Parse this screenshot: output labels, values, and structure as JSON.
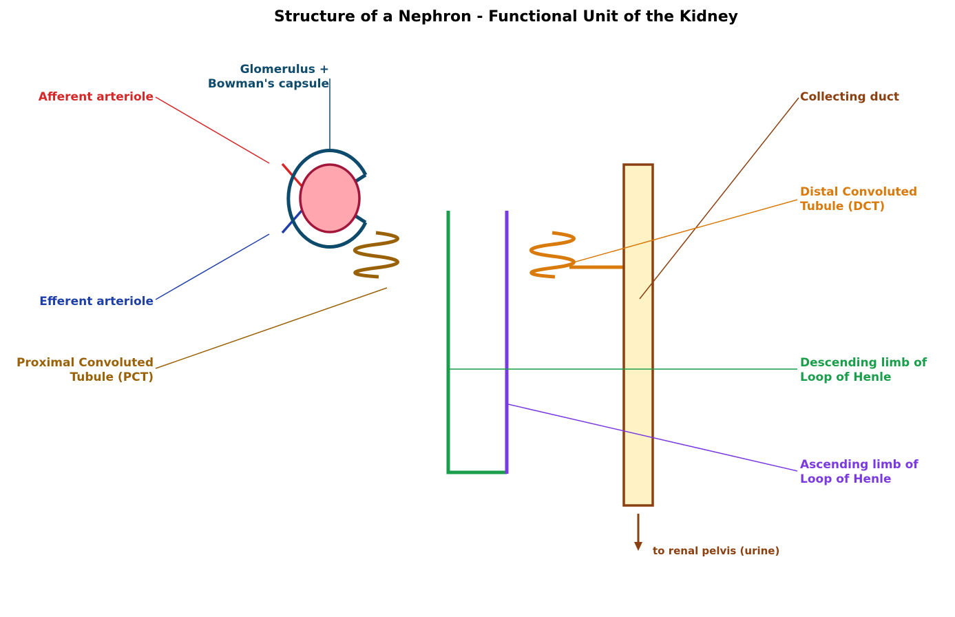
{
  "title": "Structure of a Nephron - Functional Unit of the Kidney",
  "colors": {
    "afferent": "#d62728",
    "efferent": "#1f3fa8",
    "bowman": "#0d4a6b",
    "glomerulus_fill": "#ffa6ae",
    "glomerulus_stroke": "#a3163c",
    "pct": "#9a6208",
    "descending": "#1a9e4b",
    "ascending": "#7a3ae0",
    "dct": "#d97a0c",
    "collecting": "#8a4010",
    "collecting_fill": "#fff3c6"
  },
  "labels": {
    "afferent": "Afferent arteriole",
    "efferent": "Efferent arteriole",
    "glomerulus_line1": "Glomerulus +",
    "glomerulus_line2": "Bowman's capsule",
    "pct_line1": "Proximal Convoluted",
    "pct_line2": "Tubule (PCT)",
    "collecting": "Collecting duct",
    "dct_line1": "Distal Convoluted",
    "dct_line2": "Tubule (DCT)",
    "descending_line1": "Descending limb of",
    "descending_line2": "Loop of Henle",
    "ascending_line1": "Ascending limb of",
    "ascending_line2": "Loop of Henle",
    "urine": "to renal pelvis (urine)"
  }
}
